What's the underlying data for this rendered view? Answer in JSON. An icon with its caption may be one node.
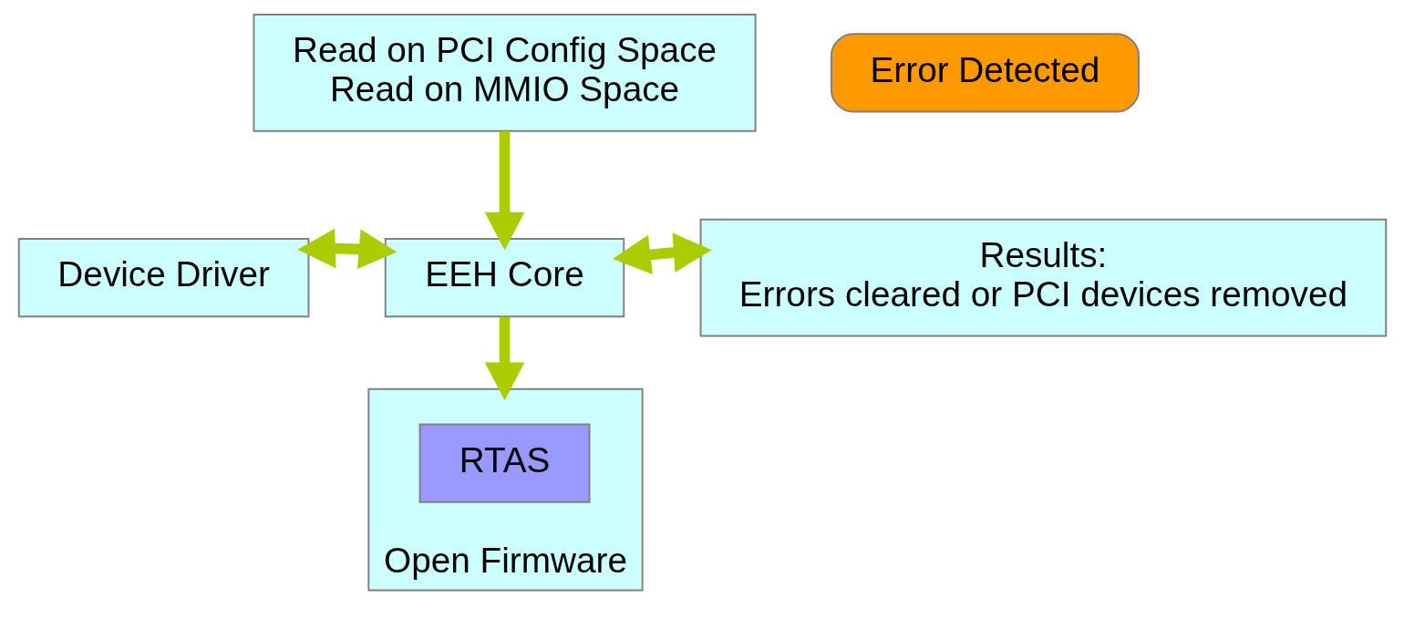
{
  "diagram": {
    "nodes": [
      {
        "text": [
          "Read on PCI Config Space",
          "Read on MMIO Space"
        ]
      },
      {
        "text": [
          "Error Detected"
        ]
      },
      {
        "text": [
          "Device Driver"
        ]
      },
      {
        "text": [
          "EEH Core"
        ]
      },
      {
        "text": [
          "Results:",
          "Errors cleared or PCI devices removed"
        ]
      },
      {
        "text": [
          "Open Firmware"
        ]
      },
      {
        "text": [
          "RTAS"
        ],
        "in": 5
      }
    ],
    "edges": [
      {
        "from": 0,
        "to": 3,
        "arrow": "to"
      },
      {
        "from": 2,
        "to": 3,
        "arrow": "both"
      },
      {
        "from": 3,
        "to": 4,
        "arrow": "both"
      },
      {
        "from": 3,
        "to": 5,
        "arrow": "to"
      }
    ]
  }
}
